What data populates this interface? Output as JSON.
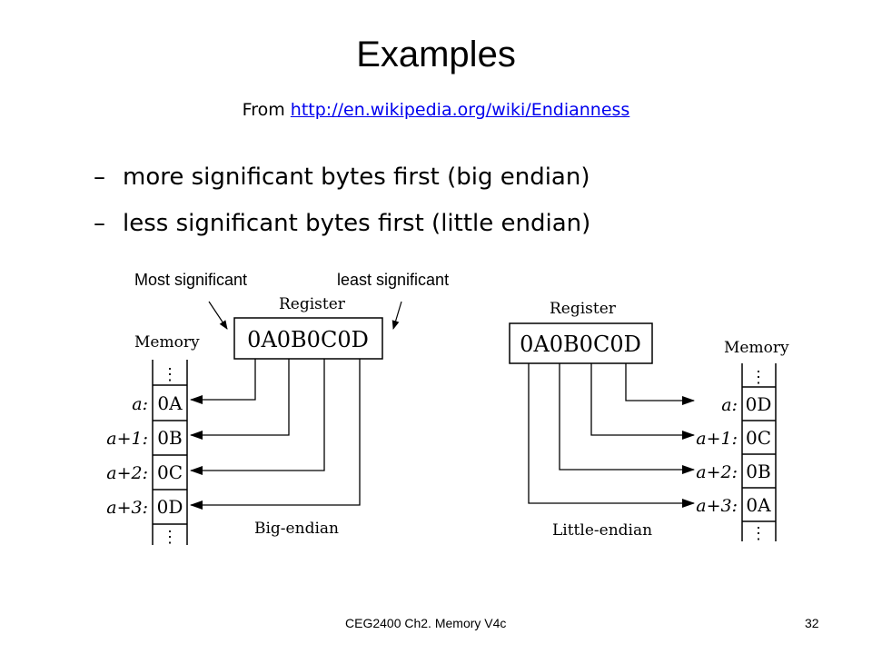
{
  "slide": {
    "title": "Examples",
    "source_prefix": "From",
    "source_link": "http://en.wikipedia.org/wiki/Endianness",
    "bullets": [
      {
        "dash": "–",
        "text": "more significant bytes first (big endian)"
      },
      {
        "dash": "–",
        "text": "less significant bytes first (little endian)"
      }
    ],
    "annotations": {
      "most_significant": "Most significant",
      "least_significant": "least significant"
    },
    "footer": {
      "course": "CEG2400 Ch2. Memory V4c",
      "page_number": "32"
    }
  },
  "diagram": {
    "big_endian": {
      "register_label": "Register",
      "register_value": "0A0B0C0D",
      "memory_label": "Memory",
      "addresses": [
        "a:",
        "a+1:",
        "a+2:",
        "a+3:"
      ],
      "cells": [
        "0A",
        "0B",
        "0C",
        "0D"
      ],
      "caption": "Big-endian"
    },
    "little_endian": {
      "register_label": "Register",
      "register_value": "0A0B0C0D",
      "memory_label": "Memory",
      "addresses": [
        "a:",
        "a+1:",
        "a+2:",
        "a+3:"
      ],
      "cells": [
        "0D",
        "0C",
        "0B",
        "0A"
      ],
      "caption": "Little-endian"
    },
    "ellipsis": "⋮"
  }
}
